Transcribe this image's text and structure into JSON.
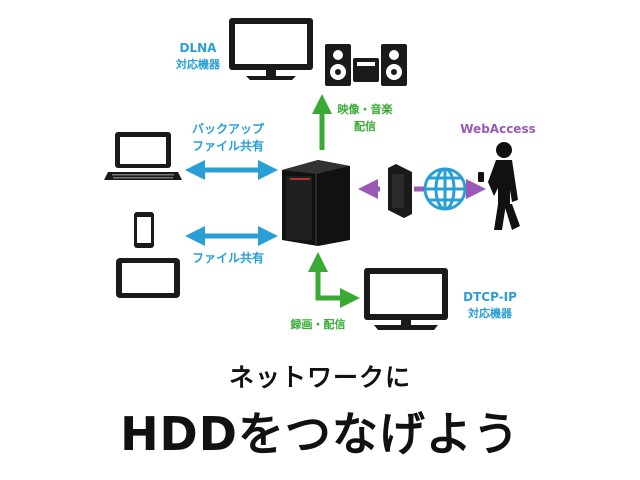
{
  "colors": {
    "accent_blue": "#2a9fd6",
    "accent_green": "#3aaa35",
    "accent_purple": "#9b59b6",
    "device_dark": "#1a1a1a",
    "text_dark": "#111111"
  },
  "labels": {
    "dlna": "DLNA",
    "dlna_sub": "対応機器",
    "media": "映像・音楽",
    "media_sub": "配信",
    "backup": "バックアップ",
    "backup_sub": "ファイル共有",
    "file_share": "ファイル共有",
    "webaccess": "WebAccess",
    "record": "録画・配信",
    "dtcp": "DTCP-IP",
    "dtcp_sub": "対応機器"
  },
  "heading": {
    "subtitle": "ネットワークに",
    "title": "HDDをつなげよう"
  },
  "icons": [
    "monitor-icon",
    "stereo-icon",
    "laptop-icon",
    "smartphone-icon",
    "tablet-icon",
    "nas-icon",
    "router-icon",
    "globe-icon",
    "person-icon"
  ]
}
